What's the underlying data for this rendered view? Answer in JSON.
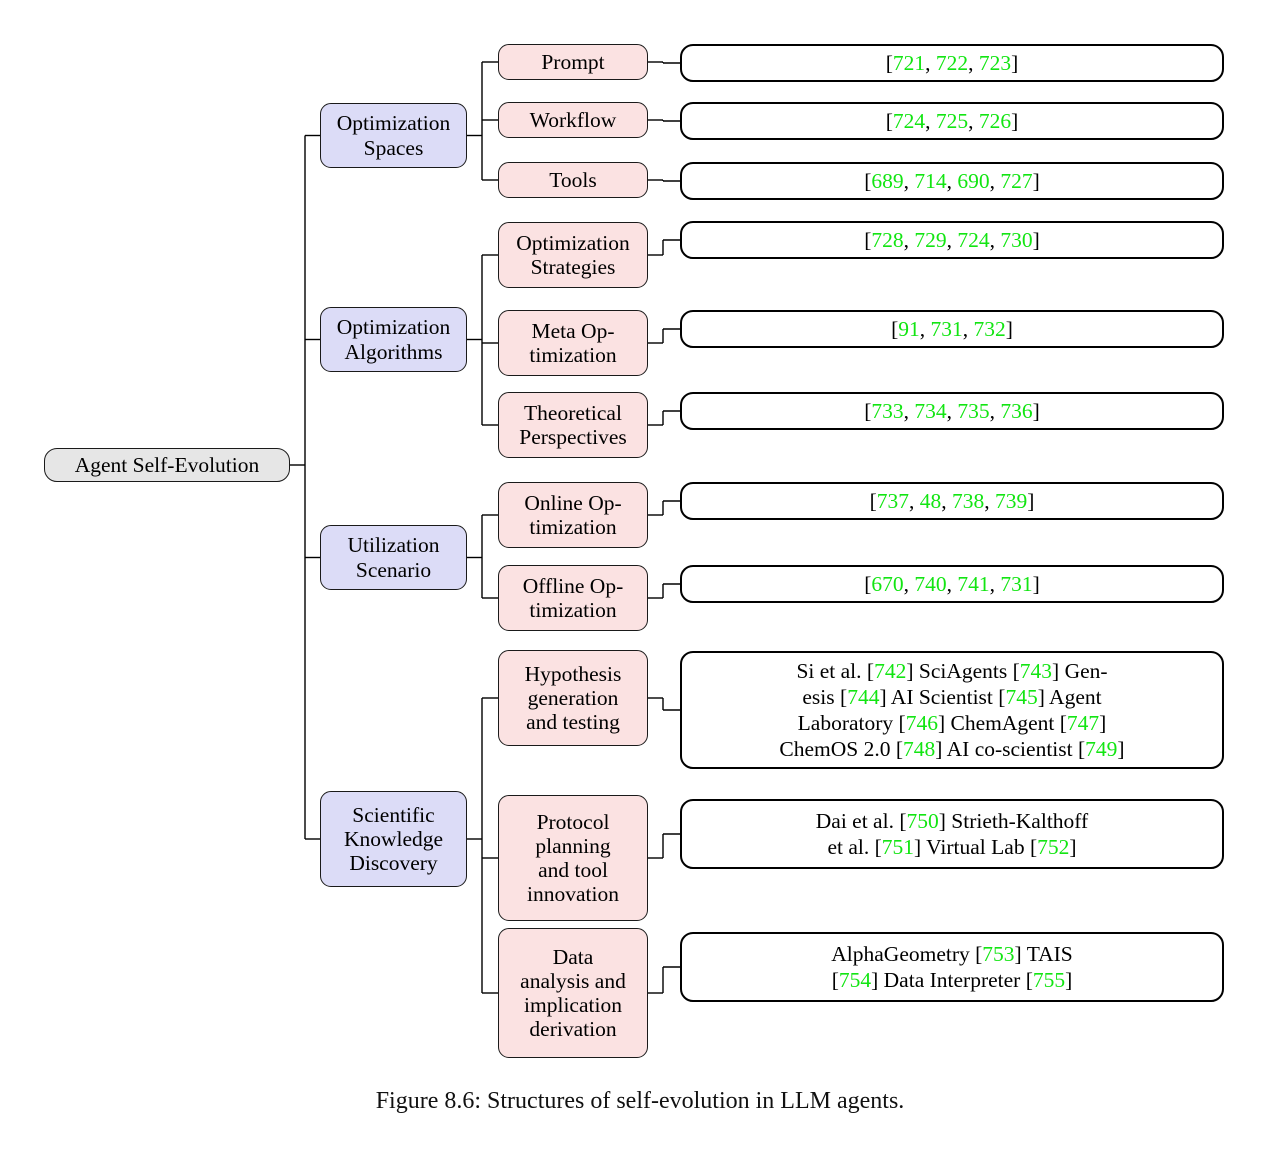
{
  "figure": {
    "caption": "Figure 8.6: Structures of self-evolution in LLM agents.",
    "root_label": "Agent Self-Evolution",
    "colors": {
      "root_fill": "#e6e6e6",
      "level1_fill": "#dcdcf7",
      "level2_fill": "#fbe2e2",
      "ref_fill": "#ffffff",
      "citation_green": "#12e512",
      "stroke": "#000000"
    }
  },
  "branches": [
    {
      "label": "Optimization Spaces",
      "line1": "Optimization",
      "line2": "Spaces",
      "children": [
        {
          "label": "Prompt",
          "lines": [
            "Prompt"
          ],
          "refs_text": "[721, 722, 723]",
          "ref_lines": [
            [
              {
                "t": "[",
                "c": "brk"
              },
              {
                "t": "721",
                "c": "cite"
              },
              {
                "t": ", ",
                "c": "brk"
              },
              {
                "t": "722",
                "c": "cite"
              },
              {
                "t": ", ",
                "c": "brk"
              },
              {
                "t": "723",
                "c": "cite"
              },
              {
                "t": "]",
                "c": "brk"
              }
            ]
          ]
        },
        {
          "label": "Workflow",
          "lines": [
            "Workflow"
          ],
          "refs_text": "[724, 725, 726]",
          "ref_lines": [
            [
              {
                "t": "[",
                "c": "brk"
              },
              {
                "t": "724",
                "c": "cite"
              },
              {
                "t": ", ",
                "c": "brk"
              },
              {
                "t": "725",
                "c": "cite"
              },
              {
                "t": ", ",
                "c": "brk"
              },
              {
                "t": "726",
                "c": "cite"
              },
              {
                "t": "]",
                "c": "brk"
              }
            ]
          ]
        },
        {
          "label": "Tools",
          "lines": [
            "Tools"
          ],
          "refs_text": "[689, 714, 690, 727]",
          "ref_lines": [
            [
              {
                "t": "[",
                "c": "brk"
              },
              {
                "t": "689",
                "c": "cite"
              },
              {
                "t": ", ",
                "c": "brk"
              },
              {
                "t": "714",
                "c": "cite"
              },
              {
                "t": ", ",
                "c": "brk"
              },
              {
                "t": "690",
                "c": "cite"
              },
              {
                "t": ", ",
                "c": "brk"
              },
              {
                "t": "727",
                "c": "cite"
              },
              {
                "t": "]",
                "c": "brk"
              }
            ]
          ]
        }
      ]
    },
    {
      "label": "Optimization Algorithms",
      "line1": "Optimization",
      "line2": "Algorithms",
      "children": [
        {
          "label": "Optimization Strategies",
          "lines": [
            "Optimization",
            "Strategies"
          ],
          "refs_text": "[728, 729, 724, 730]",
          "ref_lines": [
            [
              {
                "t": "[",
                "c": "brk"
              },
              {
                "t": "728",
                "c": "cite"
              },
              {
                "t": ", ",
                "c": "brk"
              },
              {
                "t": "729",
                "c": "cite"
              },
              {
                "t": ", ",
                "c": "brk"
              },
              {
                "t": "724",
                "c": "cite"
              },
              {
                "t": ", ",
                "c": "brk"
              },
              {
                "t": "730",
                "c": "cite"
              },
              {
                "t": "]",
                "c": "brk"
              }
            ]
          ]
        },
        {
          "label": "Meta Optimization",
          "lines": [
            "Meta Op-",
            "timization"
          ],
          "refs_text": "[91, 731, 732]",
          "ref_lines": [
            [
              {
                "t": "[",
                "c": "brk"
              },
              {
                "t": "91",
                "c": "cite"
              },
              {
                "t": ", ",
                "c": "brk"
              },
              {
                "t": "731",
                "c": "cite"
              },
              {
                "t": ", ",
                "c": "brk"
              },
              {
                "t": "732",
                "c": "cite"
              },
              {
                "t": "]",
                "c": "brk"
              }
            ]
          ]
        },
        {
          "label": "Theoretical Perspectives",
          "lines": [
            "Theoretical",
            "Perspectives"
          ],
          "refs_text": "[733, 734, 735, 736]",
          "ref_lines": [
            [
              {
                "t": "[",
                "c": "brk"
              },
              {
                "t": "733",
                "c": "cite"
              },
              {
                "t": ", ",
                "c": "brk"
              },
              {
                "t": "734",
                "c": "cite"
              },
              {
                "t": ", ",
                "c": "brk"
              },
              {
                "t": "735",
                "c": "cite"
              },
              {
                "t": ", ",
                "c": "brk"
              },
              {
                "t": "736",
                "c": "cite"
              },
              {
                "t": "]",
                "c": "brk"
              }
            ]
          ]
        }
      ]
    },
    {
      "label": "Utilization Scenario",
      "line1": "Utilization",
      "line2": "Scenario",
      "children": [
        {
          "label": "Online Optimization",
          "lines": [
            "Online Op-",
            "timization"
          ],
          "refs_text": "[737, 48, 738, 739]",
          "ref_lines": [
            [
              {
                "t": "[",
                "c": "brk"
              },
              {
                "t": "737",
                "c": "cite"
              },
              {
                "t": ", ",
                "c": "brk"
              },
              {
                "t": "48",
                "c": "cite"
              },
              {
                "t": ", ",
                "c": "brk"
              },
              {
                "t": "738",
                "c": "cite"
              },
              {
                "t": ", ",
                "c": "brk"
              },
              {
                "t": "739",
                "c": "cite"
              },
              {
                "t": "]",
                "c": "brk"
              }
            ]
          ]
        },
        {
          "label": "Offline Optimization",
          "lines": [
            "Offline Op-",
            "timization"
          ],
          "refs_text": "[670, 740, 741, 731]",
          "ref_lines": [
            [
              {
                "t": "[",
                "c": "brk"
              },
              {
                "t": "670",
                "c": "cite"
              },
              {
                "t": ", ",
                "c": "brk"
              },
              {
                "t": "740",
                "c": "cite"
              },
              {
                "t": ", ",
                "c": "brk"
              },
              {
                "t": "741",
                "c": "cite"
              },
              {
                "t": ", ",
                "c": "brk"
              },
              {
                "t": "731",
                "c": "cite"
              },
              {
                "t": "]",
                "c": "brk"
              }
            ]
          ]
        }
      ]
    },
    {
      "label": "Scientific Knowledge Discovery",
      "line1": "Scientific",
      "line2": "Knowledge",
      "line3": "Discovery",
      "children": [
        {
          "label": "Hypothesis generation and testing",
          "lines": [
            "Hypothesis",
            "generation",
            "and testing"
          ],
          "refs_text": "Si et al. [742] SciAgents [743] Genesis [744] AI Scientist [745] Agent Laboratory [746] ChemAgent [747] ChemOS 2.0 [748] AI co-scientist [749]",
          "ref_lines": [
            [
              {
                "t": "Si et al. ",
                "c": "brk"
              },
              {
                "t": "[",
                "c": "brk"
              },
              {
                "t": "742",
                "c": "cite"
              },
              {
                "t": "] SciAgents [",
                "c": "brk"
              },
              {
                "t": "743",
                "c": "cite"
              },
              {
                "t": "] Gen-",
                "c": "brk"
              }
            ],
            [
              {
                "t": "esis [",
                "c": "brk"
              },
              {
                "t": "744",
                "c": "cite"
              },
              {
                "t": "] AI Scientist [",
                "c": "brk"
              },
              {
                "t": "745",
                "c": "cite"
              },
              {
                "t": "] Agent",
                "c": "brk"
              }
            ],
            [
              {
                "t": "Laboratory [",
                "c": "brk"
              },
              {
                "t": "746",
                "c": "cite"
              },
              {
                "t": "] ChemAgent [",
                "c": "brk"
              },
              {
                "t": "747",
                "c": "cite"
              },
              {
                "t": "]",
                "c": "brk"
              }
            ],
            [
              {
                "t": "ChemOS 2.0 [",
                "c": "brk"
              },
              {
                "t": "748",
                "c": "cite"
              },
              {
                "t": "] AI co-scientist [",
                "c": "brk"
              },
              {
                "t": "749",
                "c": "cite"
              },
              {
                "t": "]",
                "c": "brk"
              }
            ]
          ]
        },
        {
          "label": "Protocol planning and tool innovation",
          "lines": [
            "Protocol",
            "planning",
            "and tool",
            "innovation"
          ],
          "refs_text": "Dai et al. [750] Strieth-Kalthoff et al. [751] Virtual Lab [752]",
          "ref_lines": [
            [
              {
                "t": "Dai et al. ",
                "c": "brk"
              },
              {
                "t": "[",
                "c": "brk"
              },
              {
                "t": "750",
                "c": "cite"
              },
              {
                "t": "] Strieth-Kalthoff",
                "c": "brk"
              }
            ],
            [
              {
                "t": "et al. ",
                "c": "brk"
              },
              {
                "t": "[",
                "c": "brk"
              },
              {
                "t": "751",
                "c": "cite"
              },
              {
                "t": "] Virtual Lab [",
                "c": "brk"
              },
              {
                "t": "752",
                "c": "cite"
              },
              {
                "t": "]",
                "c": "brk"
              }
            ]
          ]
        },
        {
          "label": "Data analysis and implication derivation",
          "lines": [
            "Data",
            "analysis and",
            "implication",
            "derivation"
          ],
          "refs_text": "AlphaGeometry [753] TAIS [754] Data Interpreter [755]",
          "ref_lines": [
            [
              {
                "t": "AlphaGeometry [",
                "c": "brk"
              },
              {
                "t": "753",
                "c": "cite"
              },
              {
                "t": "] TAIS",
                "c": "brk"
              }
            ],
            [
              {
                "t": "[",
                "c": "brk"
              },
              {
                "t": "754",
                "c": "cite"
              },
              {
                "t": "] Data Interpreter [",
                "c": "brk"
              },
              {
                "t": "755",
                "c": "cite"
              },
              {
                "t": "]",
                "c": "brk"
              }
            ]
          ]
        }
      ]
    }
  ]
}
